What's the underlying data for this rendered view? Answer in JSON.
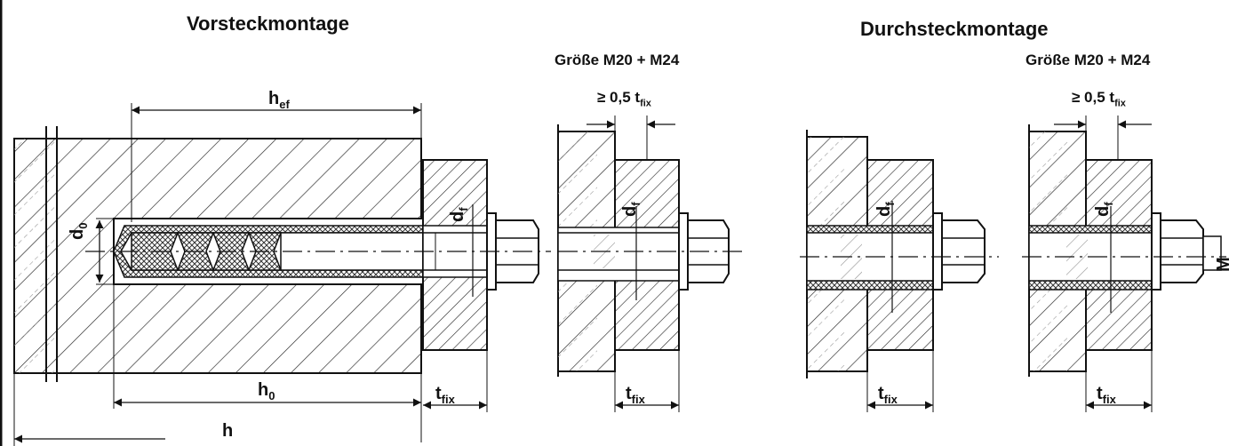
{
  "left": {
    "title": "Vorsteckmontage",
    "size_label": "Größe M20 + M24",
    "min_label_main": "≥ 0,5 t",
    "min_label_sub": "fix",
    "dims": {
      "hef_main": "h",
      "hef_sub": "ef",
      "d0_main": "d",
      "d0_sub": "0",
      "h0_main": "h",
      "h0_sub": "0",
      "h": "h",
      "tfix_main": "t",
      "tfix_sub": "fix",
      "df_main": "d",
      "df_sub": "f"
    }
  },
  "right": {
    "title": "Durchsteckmontage",
    "size_label": "Größe M20 + M24",
    "min_label_main": "≥ 0,5 t",
    "min_label_sub": "fix",
    "dims": {
      "tfix_main": "t",
      "tfix_sub": "fix",
      "df_main": "d",
      "df_sub": "f",
      "m": "M"
    }
  }
}
